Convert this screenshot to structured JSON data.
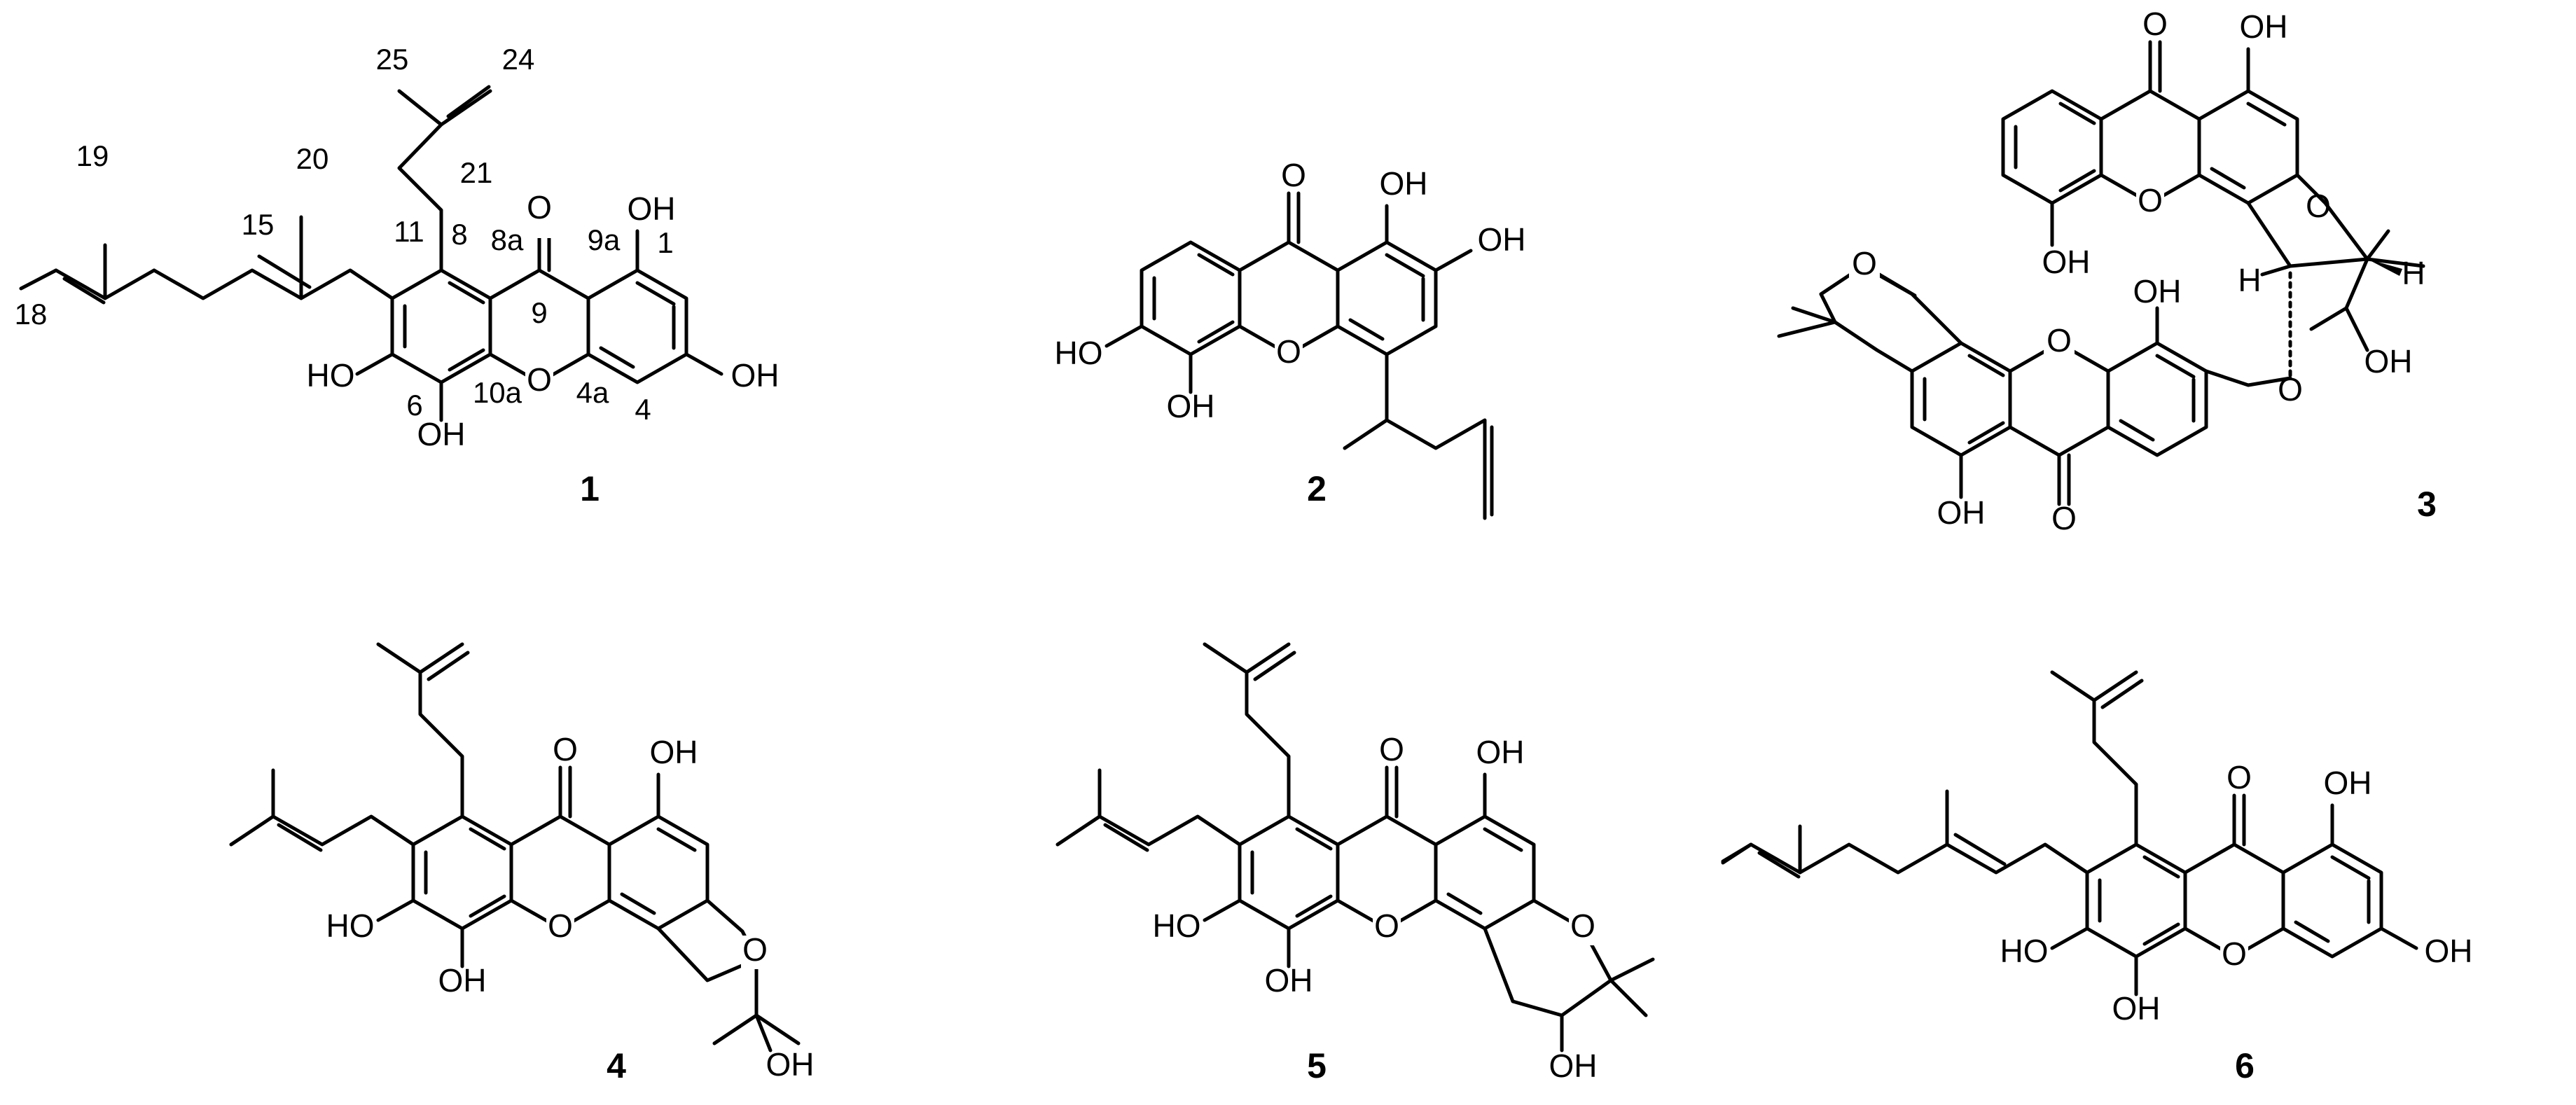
{
  "compounds": [
    {
      "id": "1",
      "label": "1",
      "atoms": [
        "OH",
        "OH",
        "HO",
        "OH",
        "O",
        "O"
      ],
      "locants": [
        "25",
        "24",
        "19",
        "20",
        "21",
        "11",
        "15",
        "18",
        "8",
        "8a",
        "9a",
        "1",
        "9",
        "6",
        "10a",
        "4a",
        "4"
      ]
    },
    {
      "id": "2",
      "label": "2",
      "atoms": [
        "O",
        "OH",
        "OH",
        "HO",
        "O",
        "OH"
      ]
    },
    {
      "id": "3",
      "label": "3",
      "atoms": [
        "O",
        "OH",
        "O",
        "OH",
        "O",
        "H",
        "H",
        "OH",
        "O",
        "OH",
        "O",
        "O",
        "OH",
        "O"
      ]
    },
    {
      "id": "4",
      "label": "4",
      "atoms": [
        "O",
        "OH",
        "HO",
        "O",
        "O",
        "OH",
        "OH"
      ]
    },
    {
      "id": "5",
      "label": "5",
      "atoms": [
        "O",
        "OH",
        "HO",
        "O",
        "O",
        "OH",
        "OH"
      ]
    },
    {
      "id": "6",
      "label": "6",
      "atoms": [
        "O",
        "OH",
        "OH",
        "HO",
        "O",
        "OH"
      ]
    }
  ]
}
